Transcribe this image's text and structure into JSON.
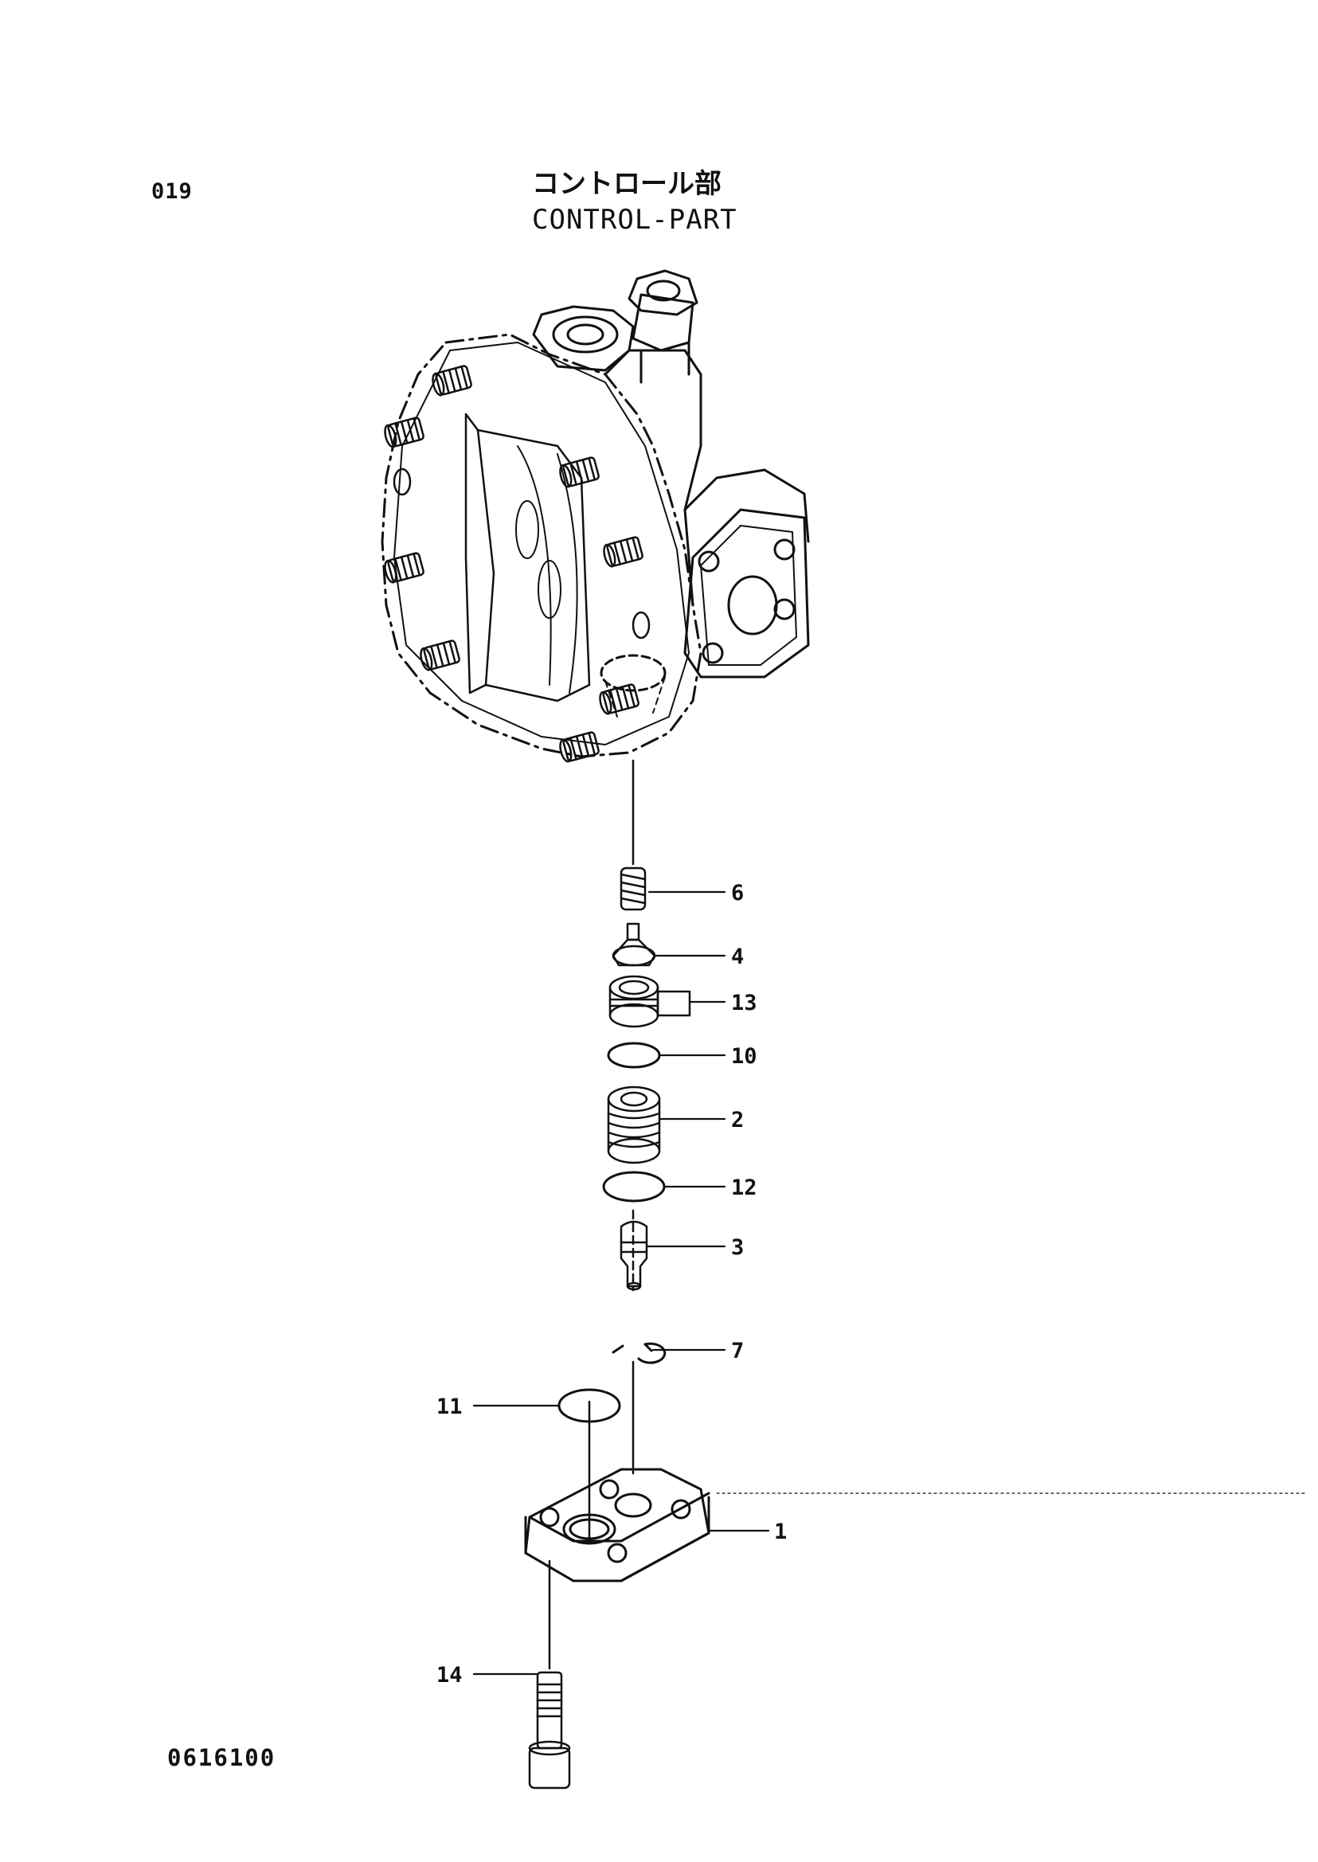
{
  "page_number": "019",
  "title_jp": "コントロール部",
  "title_en": "CONTROL-PART",
  "document_code": "0616100",
  "callouts": {
    "c6": "6",
    "c4": "4",
    "c13": "13",
    "c10": "10",
    "c2": "2",
    "c12": "12",
    "c3": "3",
    "c7": "7",
    "c11": "11",
    "c1": "1",
    "c14": "14"
  },
  "colors": {
    "ink": "#111111",
    "paper": "#ffffff"
  }
}
